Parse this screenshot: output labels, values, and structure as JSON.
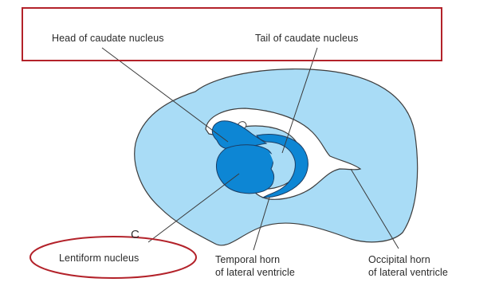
{
  "labels": {
    "head_caudate": "Head of caudate nucleus",
    "tail_caudate": "Tail of caudate nucleus",
    "panel_letter": "C",
    "lentiform": "Lentiform nucleus",
    "temporal_line1": "Temporal horn",
    "temporal_line2": "of lateral ventricle",
    "occipital_line1": "Occipital horn",
    "occipital_line2": "of lateral ventricle"
  },
  "colors": {
    "hemisphere_fill": "#a9dcf6",
    "hemisphere_stroke": "#3d3d3d",
    "nucleus_fill": "#0d86d4",
    "ventricle_fill": "#ffffff",
    "highlight_box": "#b3222a",
    "highlight_ellipse": "#b3222a",
    "leader_line": "#3a3a3a"
  }
}
